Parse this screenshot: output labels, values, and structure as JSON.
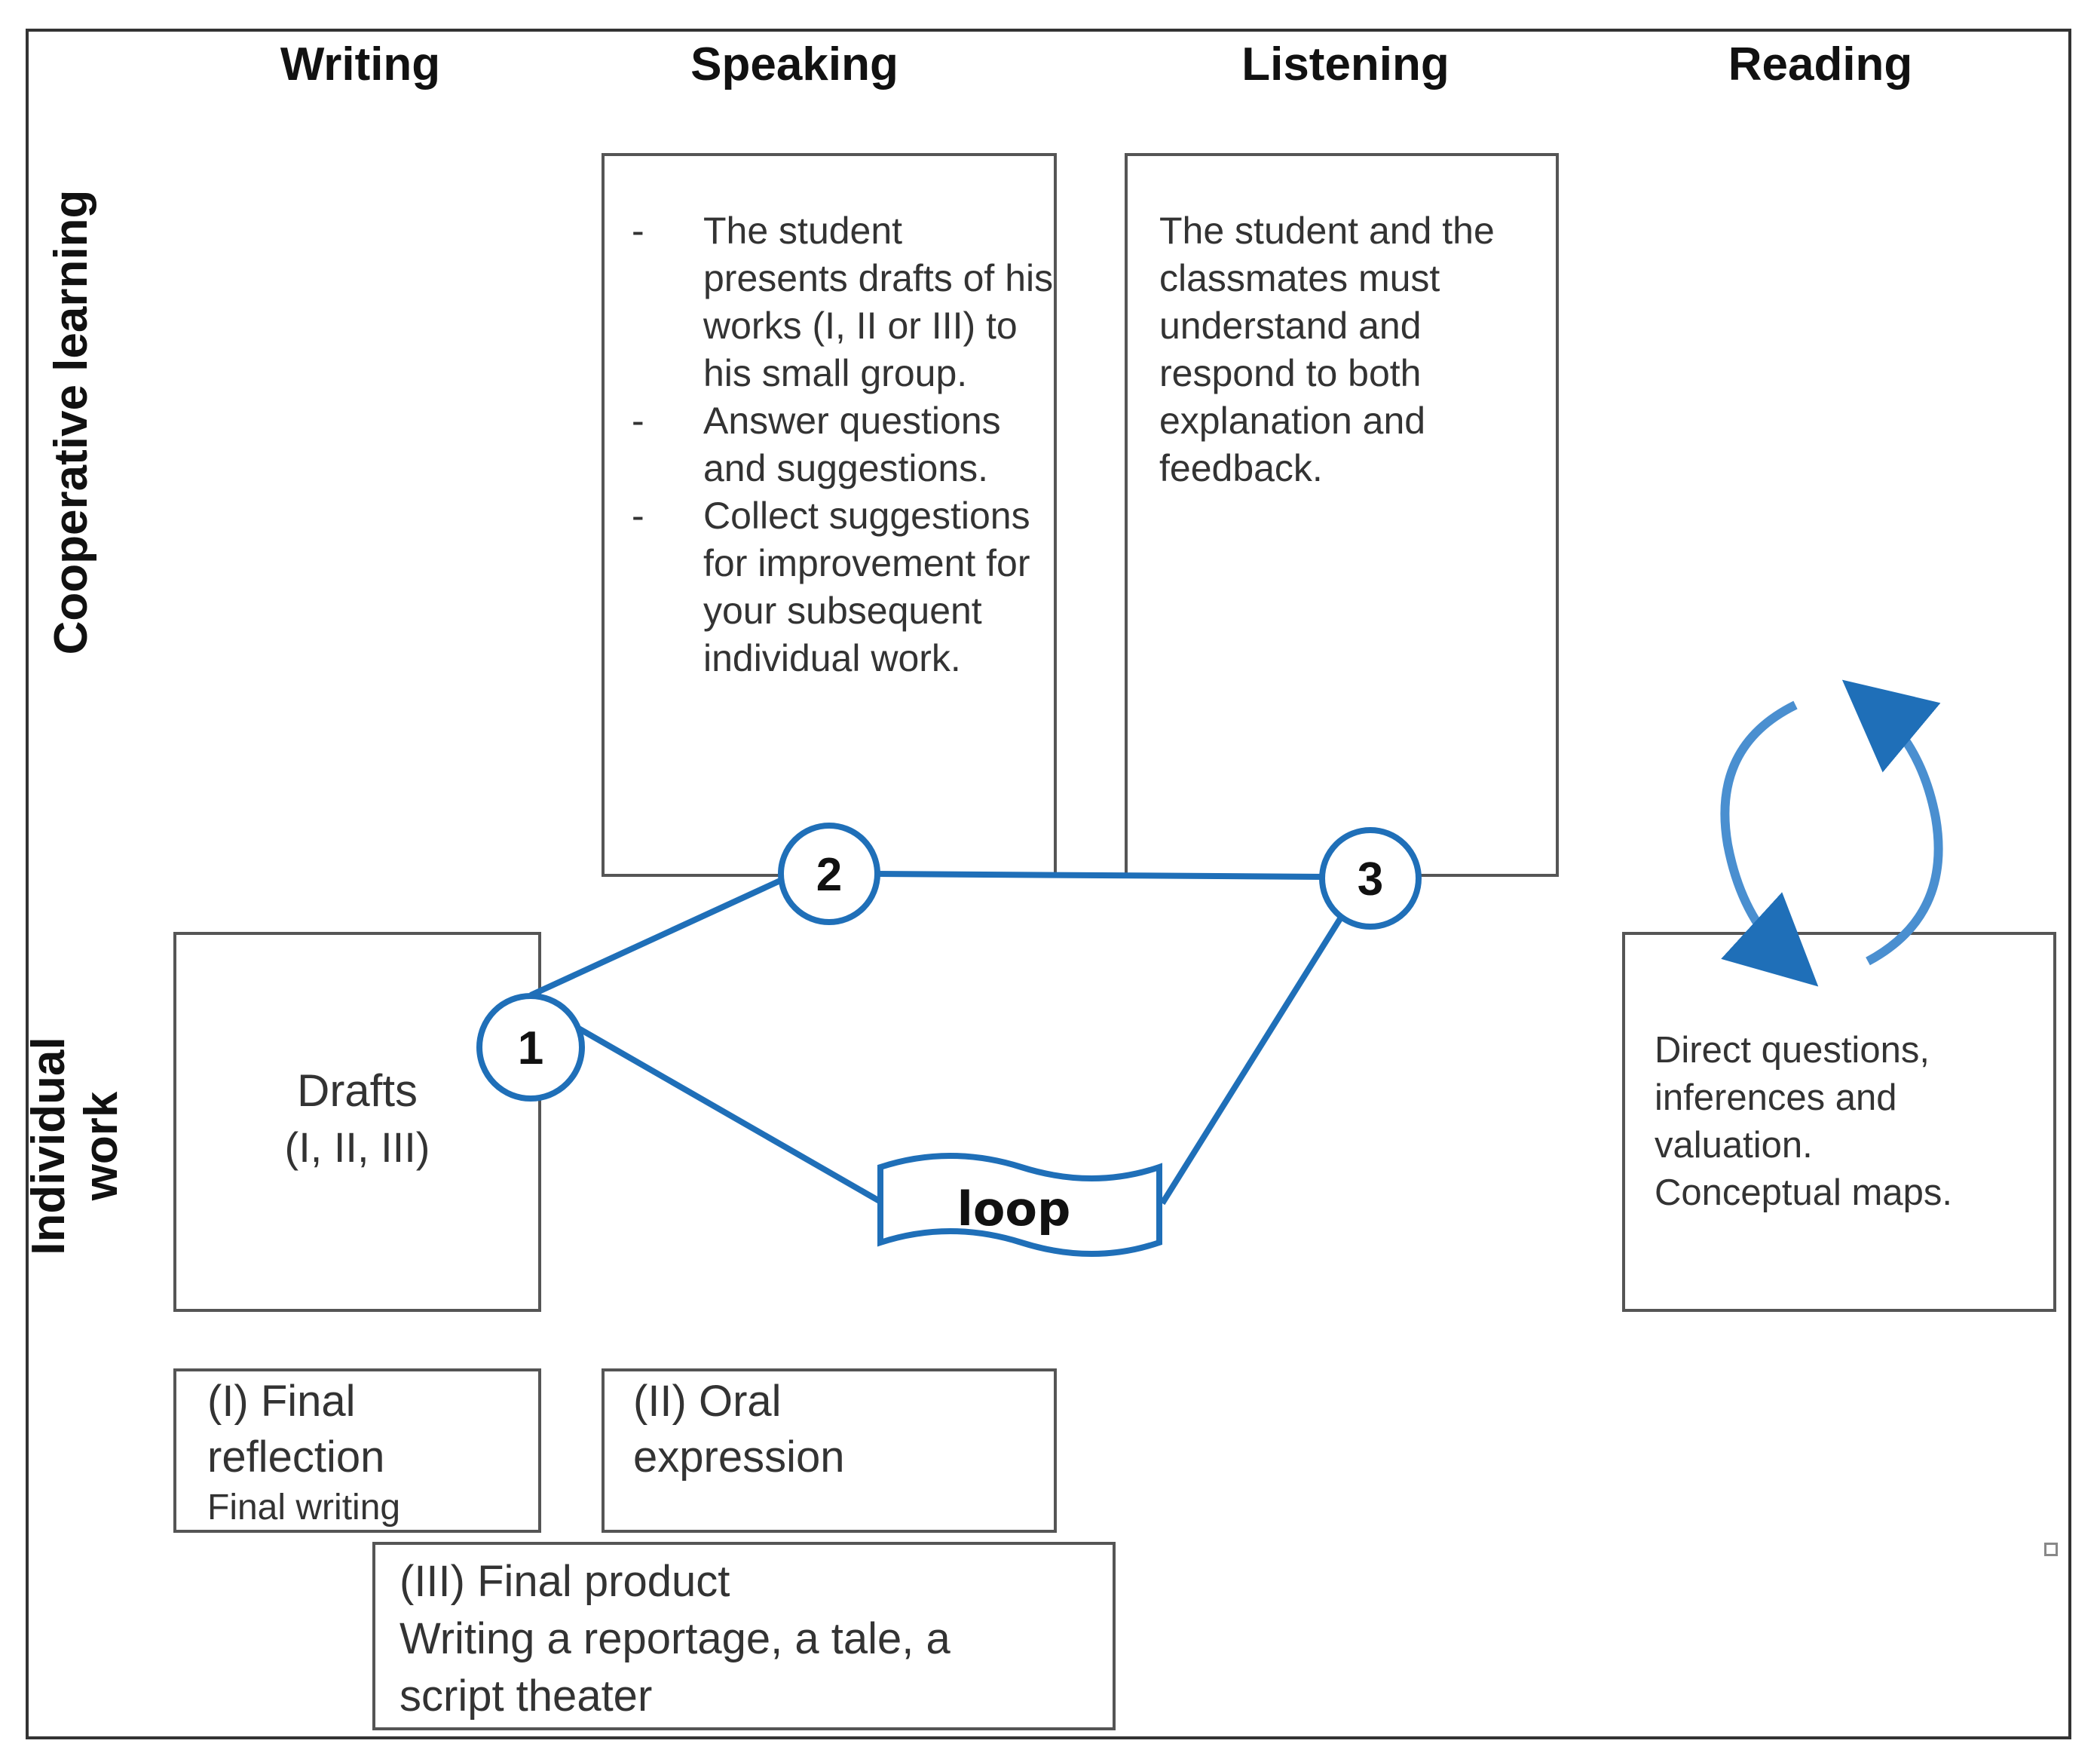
{
  "columns": {
    "writing": "Writing",
    "speaking": "Speaking",
    "listening": "Listening",
    "reading": "Reading"
  },
  "rows": {
    "cooperative": "Cooperative learning",
    "individual_line1": "Individual",
    "individual_line2": "work"
  },
  "speaking_box": {
    "items": [
      "The student presents drafts of his works (I, II or III) to his small group.",
      "Answer questions and suggestions.",
      "Collect suggestions for improvement for your subsequent individual work."
    ]
  },
  "listening_box": {
    "text": "The student and the classmates must understand and respond to both explanation and feedback."
  },
  "drafts_box": {
    "title": "Drafts",
    "subtitle": "(I, II, III)"
  },
  "reading_box": {
    "line1": "Direct questions, inferences and valuation.",
    "line2": "Conceptual maps."
  },
  "final_boxes": {
    "reflection_title": "(I) Final reflection",
    "reflection_sub": "Final writing",
    "oral_title": "(II) Oral expression",
    "product_title": "(III) Final product",
    "product_sub": "Writing a reportage, a tale, a script theater"
  },
  "nodes": {
    "n1": "1",
    "n2": "2",
    "n3": "3"
  },
  "loop_label": "loop",
  "colors": {
    "accent_blue": "#1f6fb8",
    "arrow_blue": "#4a8fd0",
    "box_border": "#555555"
  }
}
